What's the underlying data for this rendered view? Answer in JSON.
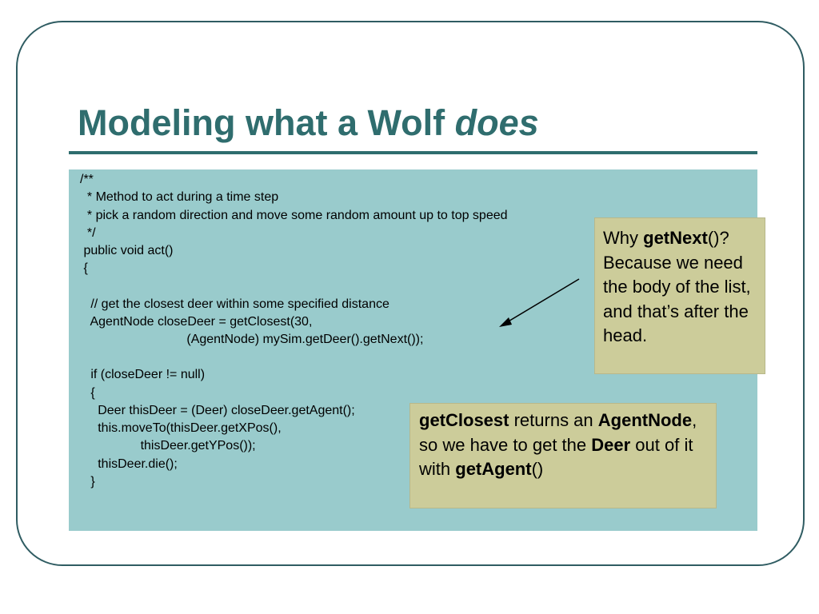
{
  "slide": {
    "title_main": "Modeling what a Wolf ",
    "title_em": "does",
    "code_lines": [
      "/**",
      "  * Method to act during a time step",
      "  * pick a random direction and move some random amount up to top speed",
      "  */",
      " public void act()",
      " {",
      "",
      "   // get the closest deer within some specified distance",
      "   AgentNode closeDeer = getClosest(30,",
      "                              (AgentNode) mySim.getDeer().getNext());",
      "",
      "   if (closeDeer != null)",
      "   {",
      "     Deer thisDeer = (Deer) closeDeer.getAgent();",
      "     this.moveTo(thisDeer.getXPos(),",
      "                 thisDeer.getYPos());",
      "     thisDeer.die();",
      "   }"
    ],
    "callout_why": {
      "t1": "Why ",
      "b1": "getNext",
      "t2": "()? Because we need the body of the list, and that’s after the head."
    },
    "callout_closest": {
      "b1": "getClosest",
      "t1": " returns an ",
      "b2": "AgentNode",
      "t2": ", so we have to get the ",
      "b3": "Deer",
      "t3": " out of it with ",
      "b4": "getAgent",
      "t4": "()"
    },
    "colors": {
      "title": "#2f6d6e",
      "code_background": "#99cbcc",
      "callout_background": "#cccc9a",
      "frame_border": "#2f5c62"
    }
  }
}
